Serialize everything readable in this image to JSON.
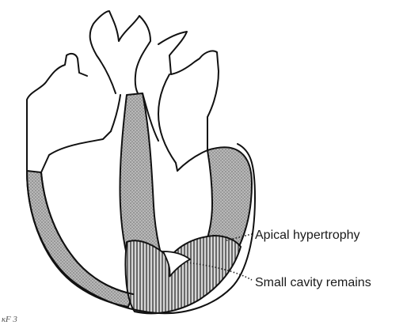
{
  "labels": {
    "apical_hypertrophy": "Apical hypertrophy",
    "small_cavity": "Small cavity remains",
    "corner_mark": "ĸF 3"
  },
  "colors": {
    "outline": "#111111",
    "stipple": "#9a9a9a",
    "hatch": "#3a3a3a",
    "background": "#ffffff"
  }
}
